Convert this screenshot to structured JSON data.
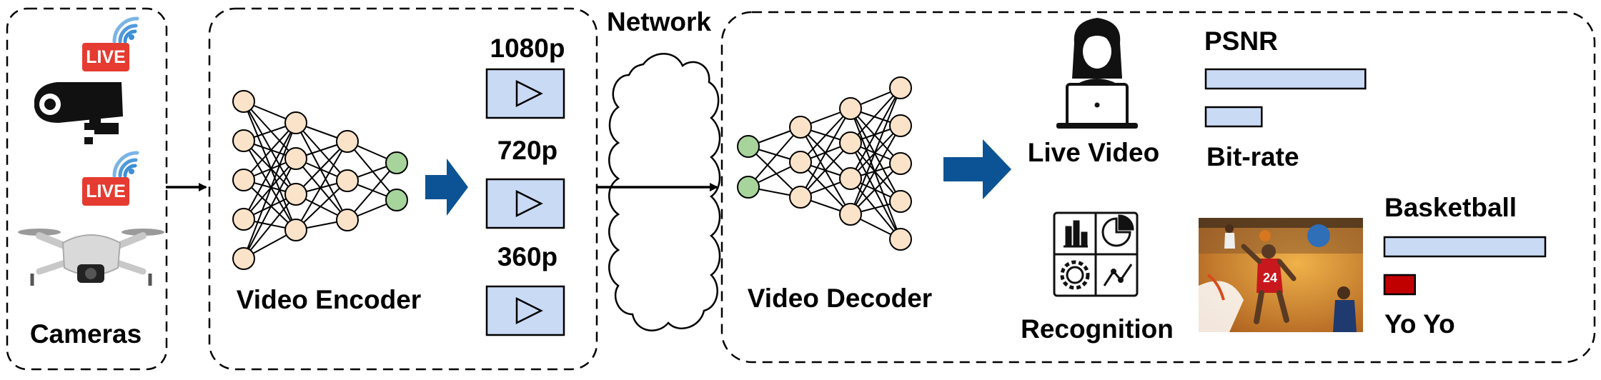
{
  "panels": {
    "cameras_label": "Cameras",
    "encoder_label": "Video Encoder",
    "network_label": "Network",
    "decoder_label": "Video Decoder"
  },
  "live_badge": "LIVE",
  "resolutions": [
    "1080p",
    "720p",
    "360p"
  ],
  "tasks": {
    "live_video": {
      "label": "Live Video",
      "metric_top": "PSNR",
      "metric_bottom": "Bit-rate",
      "bars": [
        0.77,
        0.27
      ]
    },
    "recognition": {
      "label": "Recognition",
      "class_top": "Basketball",
      "class_bottom": "Yo Yo",
      "bars": [
        1.0,
        0.19
      ]
    }
  },
  "colors": {
    "node_fill": "#fbe3c9",
    "node_green": "#a7d49b",
    "play_fill": "#c9daf5",
    "bar_fill": "#c9daf5",
    "bar_red": "#c00000",
    "arrow_blue": "#0b5394",
    "live_red": "#e53b30",
    "wifi_blue": "#3d8fd6"
  },
  "icons": [
    "surveillance-camera-icon",
    "drone-icon",
    "live-badge-icon",
    "person-laptop-icon",
    "analytics-dashboard-icon",
    "basketball-photo"
  ]
}
